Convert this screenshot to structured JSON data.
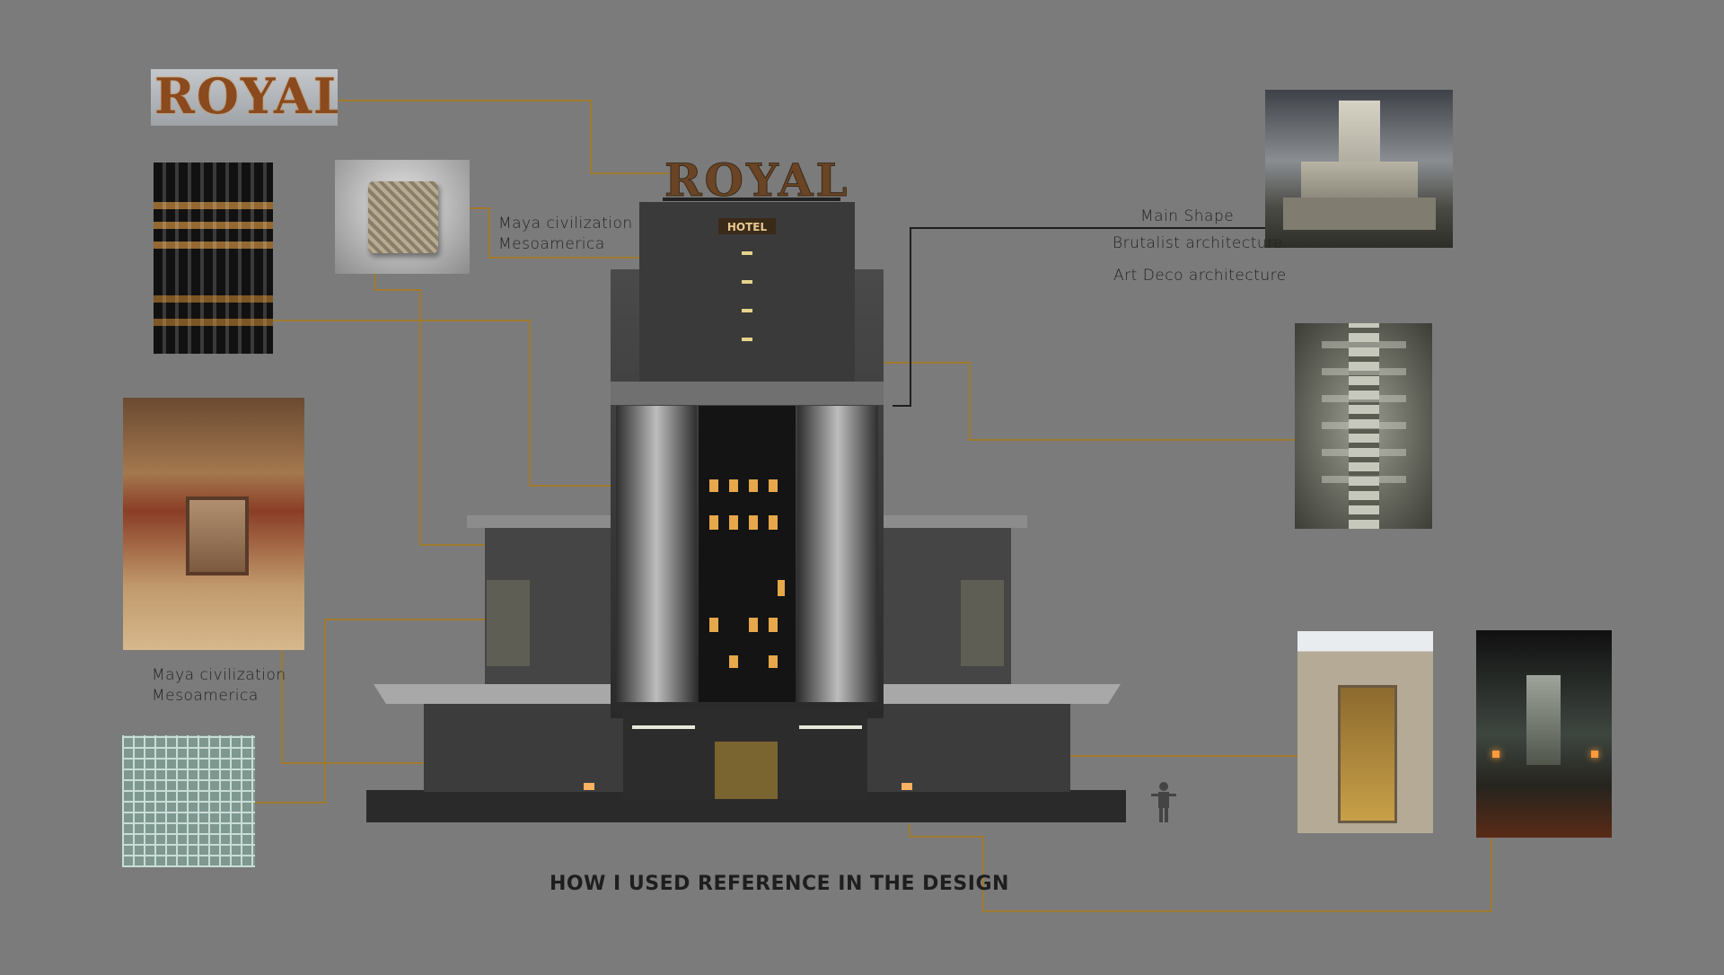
{
  "board": {
    "title": "HOW I USED REFERENCE IN THE DESIGN",
    "accent_line_color": "#a07a2e",
    "background_color": "#7b7b7b"
  },
  "references": {
    "royal_sign": {
      "text": "ROYAL"
    },
    "maya_tile": {
      "caption_line1": "Maya civilization",
      "caption_line2": "Mesoamerica"
    },
    "maya_temple": {
      "caption_line1": "Maya civilization",
      "caption_line2": "Mesoamerica"
    },
    "main_shape": {
      "label": "Main Shape",
      "style1": "Brutalist architecture",
      "style2": "Art Deco architecture"
    }
  },
  "building": {
    "sign_text": "ROYAL",
    "hotel_label": "HOTEL"
  }
}
